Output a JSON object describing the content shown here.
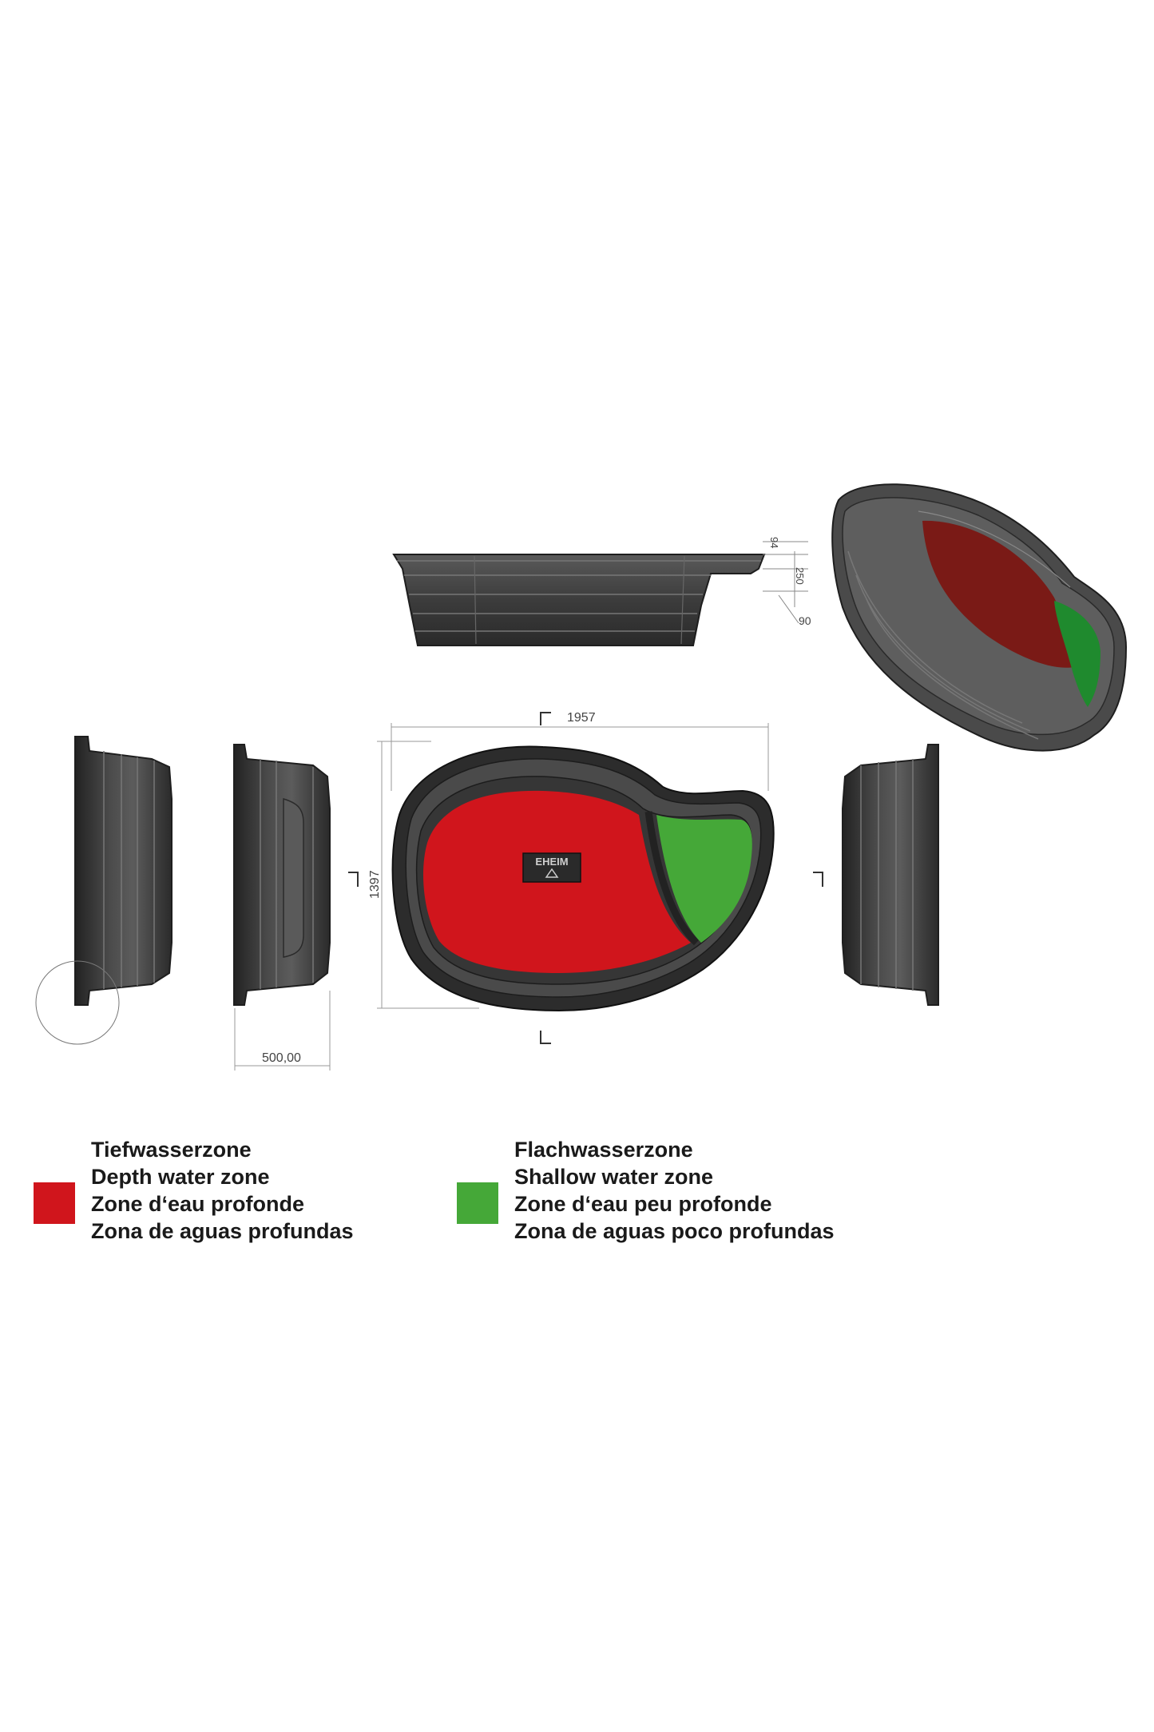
{
  "dimensions": {
    "length": "1957",
    "width": "1397",
    "depth": "500,00",
    "rim_top": "94",
    "rim_mid": "250",
    "rim_low": "90"
  },
  "logo": "EHEIM",
  "legend": {
    "deep": {
      "color": "#d0151c",
      "lines": [
        "Tiefwasserzone",
        "Depth water zone",
        "Zone d‘eau profonde",
        "Zona de aguas profundas"
      ]
    },
    "shallow": {
      "color": "#45a838",
      "lines": [
        "Flachwasserzone",
        "Shallow water zone",
        "Zone d‘eau peu profonde",
        "Zona de aguas poco profundas"
      ]
    }
  },
  "colors": {
    "pond_body": "#3a3a3a",
    "deep_3d": "#7a1a16",
    "shallow_3d": "#1f8a2e"
  }
}
